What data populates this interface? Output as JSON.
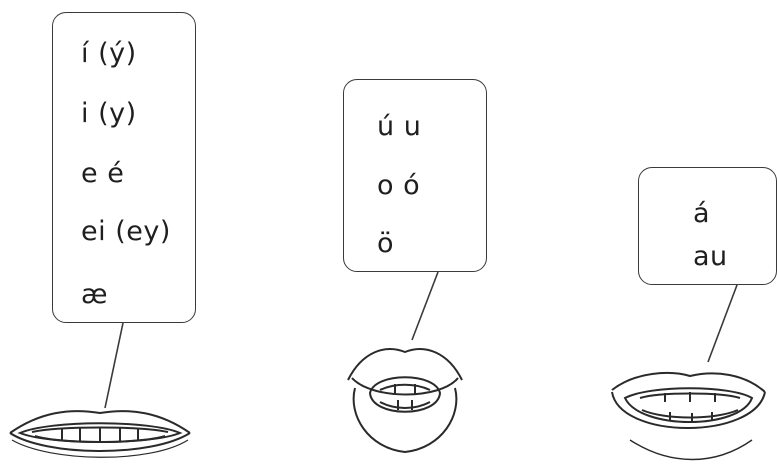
{
  "bubbles": {
    "spread": {
      "lines": [
        "í (ý)",
        "i (y)",
        "e é",
        "ei (ey)",
        "æ"
      ]
    },
    "rounded": {
      "lines": [
        "ú u",
        "o ó",
        "ö"
      ]
    },
    "open": {
      "lines": [
        "á",
        "au"
      ]
    }
  },
  "colors": {
    "ink": "#1f1f1f",
    "stroke": "#3a3a3a"
  },
  "icons": [
    "spread-lips-icon",
    "rounded-lips-icon",
    "open-lips-icon"
  ]
}
